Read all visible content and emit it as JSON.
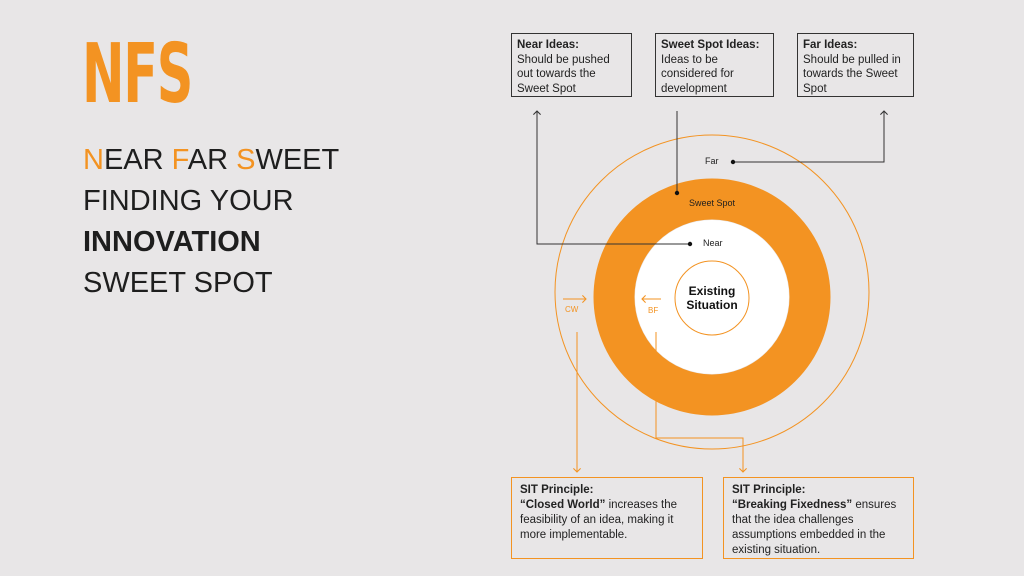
{
  "logo": "NFS",
  "title": {
    "line1": [
      {
        "text": "N",
        "accent": true
      },
      {
        "text": "EAR ",
        "accent": false
      },
      {
        "text": "F",
        "accent": true
      },
      {
        "text": "AR ",
        "accent": false
      },
      {
        "text": "S",
        "accent": true
      },
      {
        "text": "WEET",
        "accent": false
      }
    ],
    "line2": "FINDING YOUR",
    "line3": "INNOVATION",
    "line4": "SWEET SPOT"
  },
  "boxes": {
    "near": {
      "heading": "Near Ideas:",
      "body": "Should be pushed out towards the Sweet Spot"
    },
    "sweet": {
      "heading": "Sweet Spot Ideas:",
      "body": "Ideas to be considered for development"
    },
    "far": {
      "heading": "Far Ideas:",
      "body": "Should be pulled in towards the Sweet Spot"
    }
  },
  "rings": {
    "far": "Far",
    "sweet_spot": "Sweet Spot",
    "near": "Near",
    "center_line1": "Existing",
    "center_line2": "Situation",
    "cw": "CW",
    "bf": "BF"
  },
  "sit": {
    "closed_world": {
      "heading": "SIT Principle:",
      "quote": "“Closed World”",
      "body": " increases the  feasibility of an idea, making it  more implementable."
    },
    "breaking_fixedness": {
      "heading": "SIT Principle:",
      "quote": "“Breaking Fixedness”",
      "body": " ensures that  the idea challenges assumptions  embedded in the existing  situation."
    }
  },
  "colors": {
    "accent": "#f39322",
    "background": "#e8e6e7",
    "text": "#1e1e1e"
  }
}
